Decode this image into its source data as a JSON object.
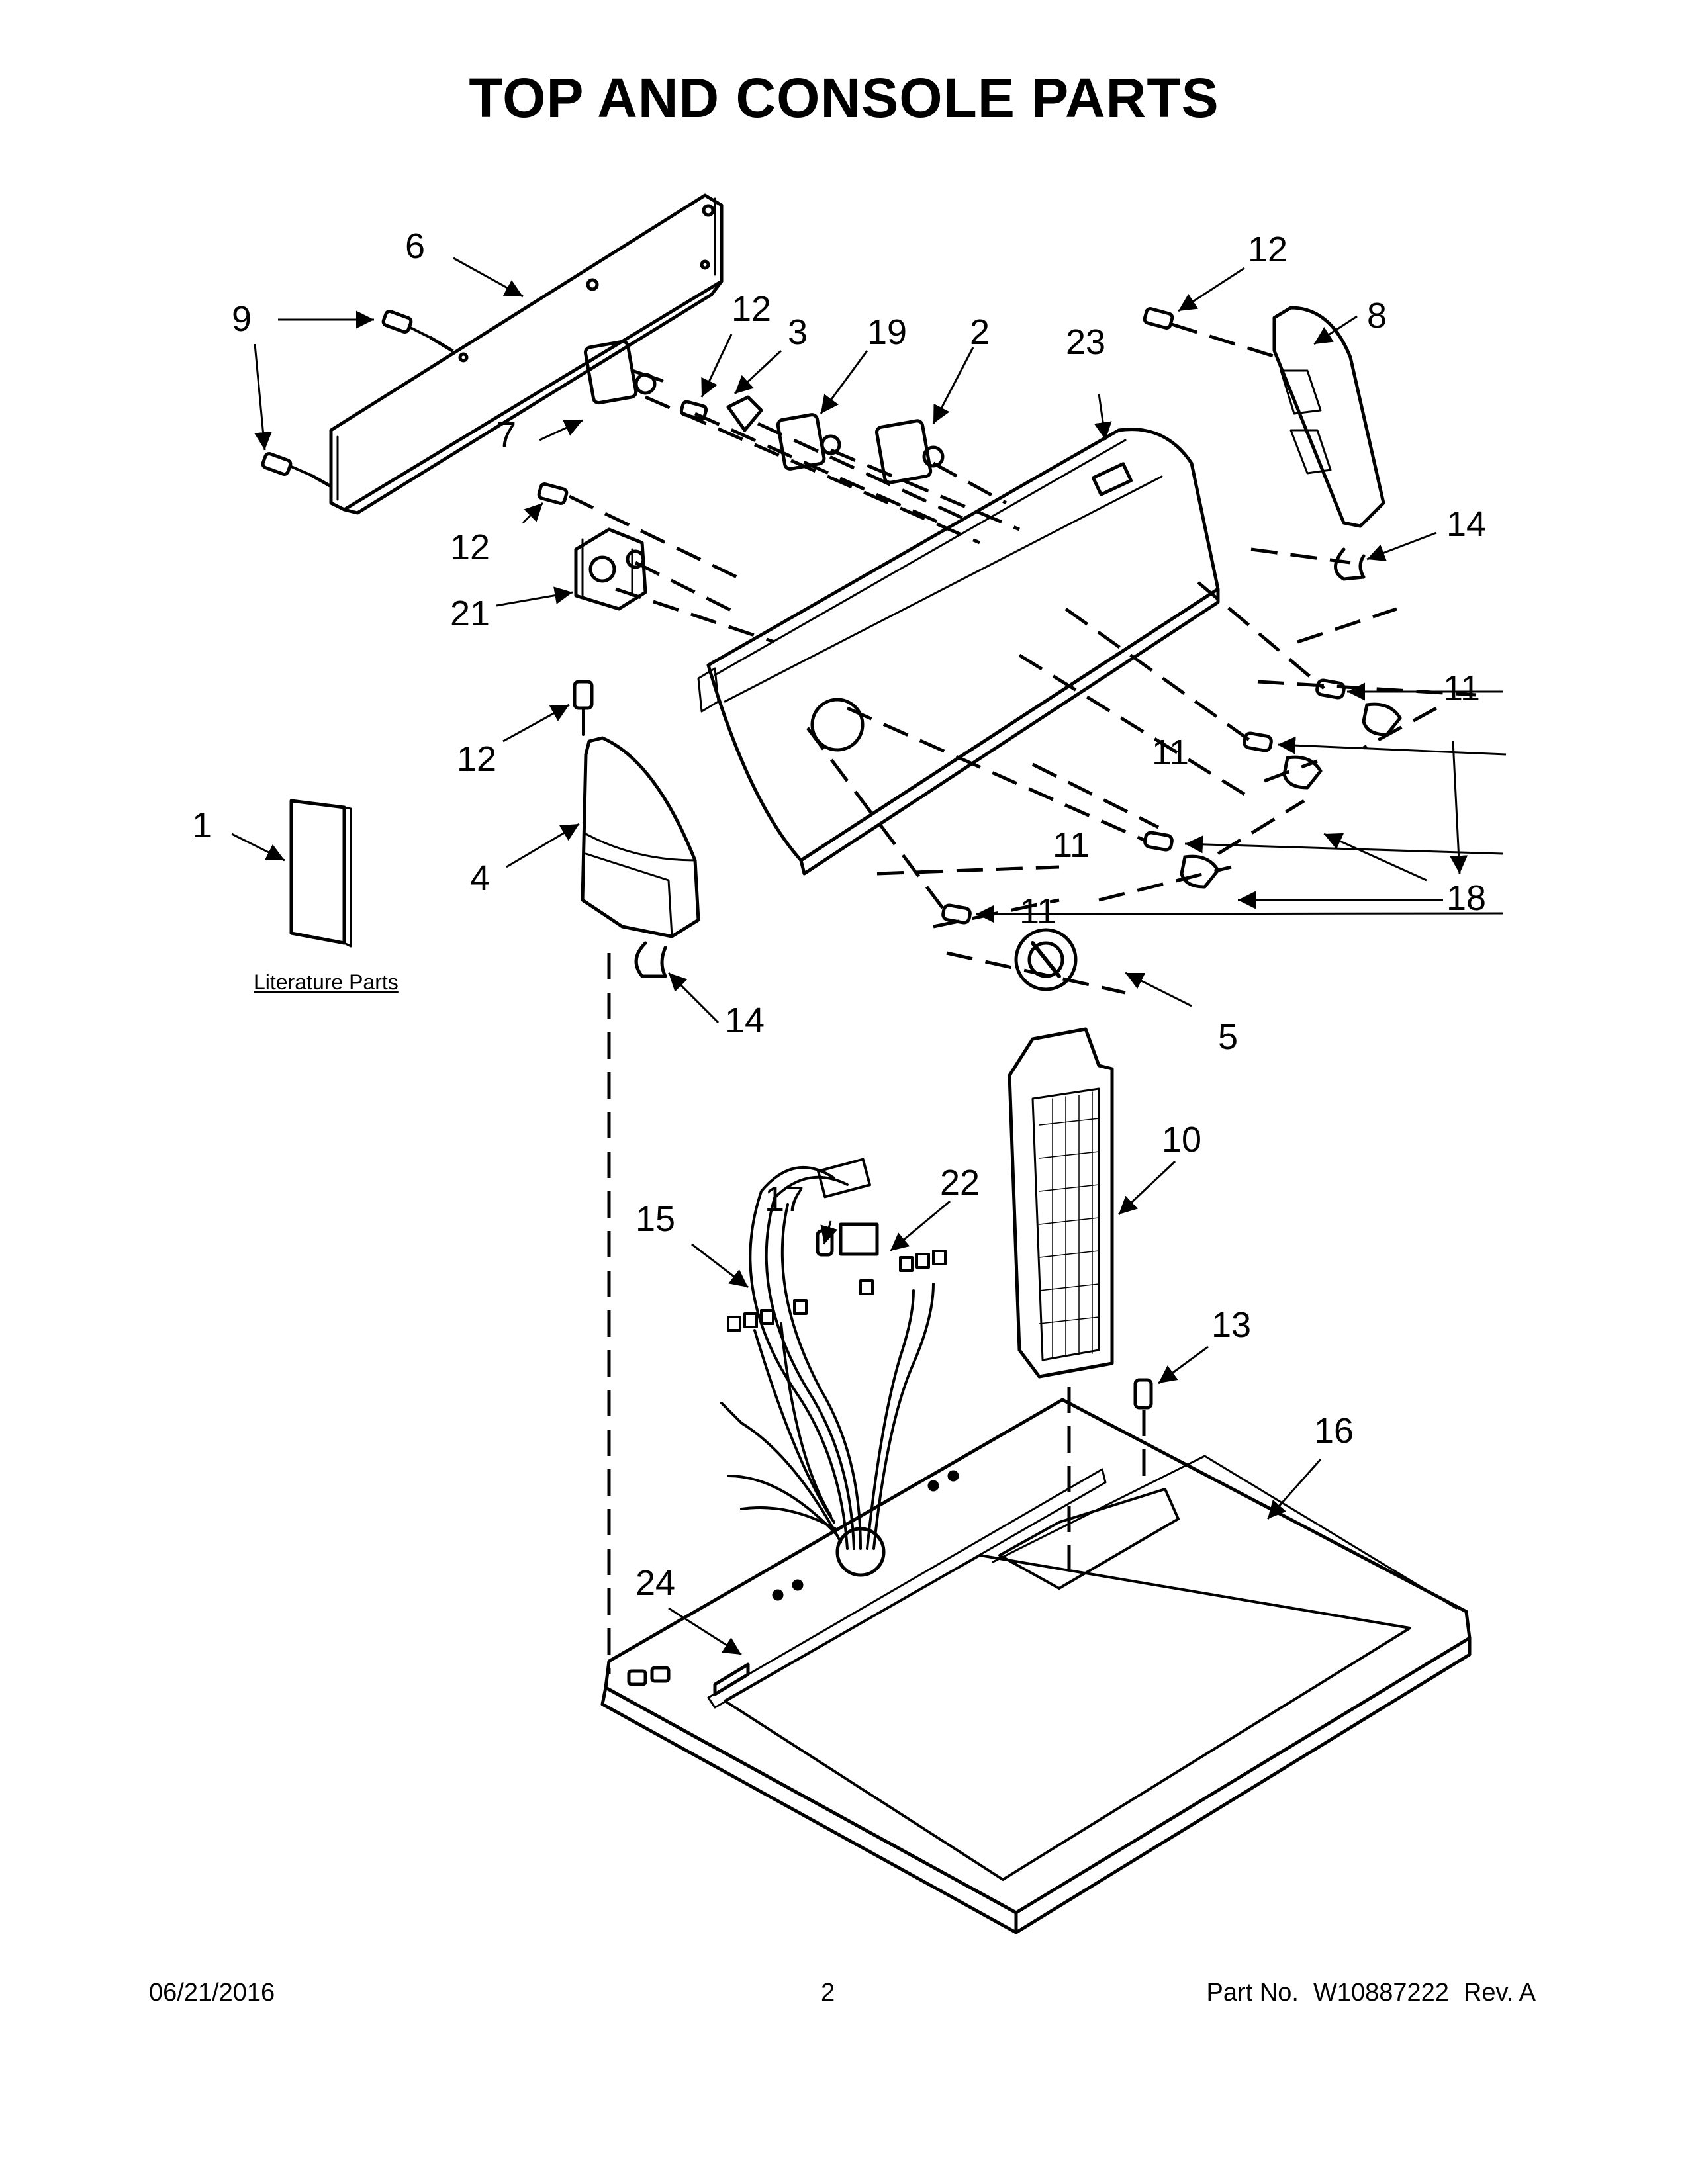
{
  "title": "TOP AND CONSOLE PARTS",
  "literature_label": "Literature Parts",
  "callouts": {
    "c1": "1",
    "c2": "2",
    "c3": "3",
    "c4": "4",
    "c5": "5",
    "c6": "6",
    "c7": "7",
    "c8": "8",
    "c9": "9",
    "c10": "10",
    "c11a": "11",
    "c11b": "11",
    "c11c": "11",
    "c11d": "11",
    "c12a": "12",
    "c12b": "12",
    "c12c": "12",
    "c12d": "12",
    "c13": "13",
    "c14a": "14",
    "c14b": "14",
    "c15": "15",
    "c16": "16",
    "c17": "17",
    "c18": "18",
    "c19": "19",
    "c21": "21",
    "c22": "22",
    "c23": "23",
    "c24": "24"
  },
  "footer": {
    "date": "06/21/2016",
    "page": "2",
    "part_label": "Part No.",
    "part_number": "W10887222",
    "rev": "Rev. A"
  }
}
